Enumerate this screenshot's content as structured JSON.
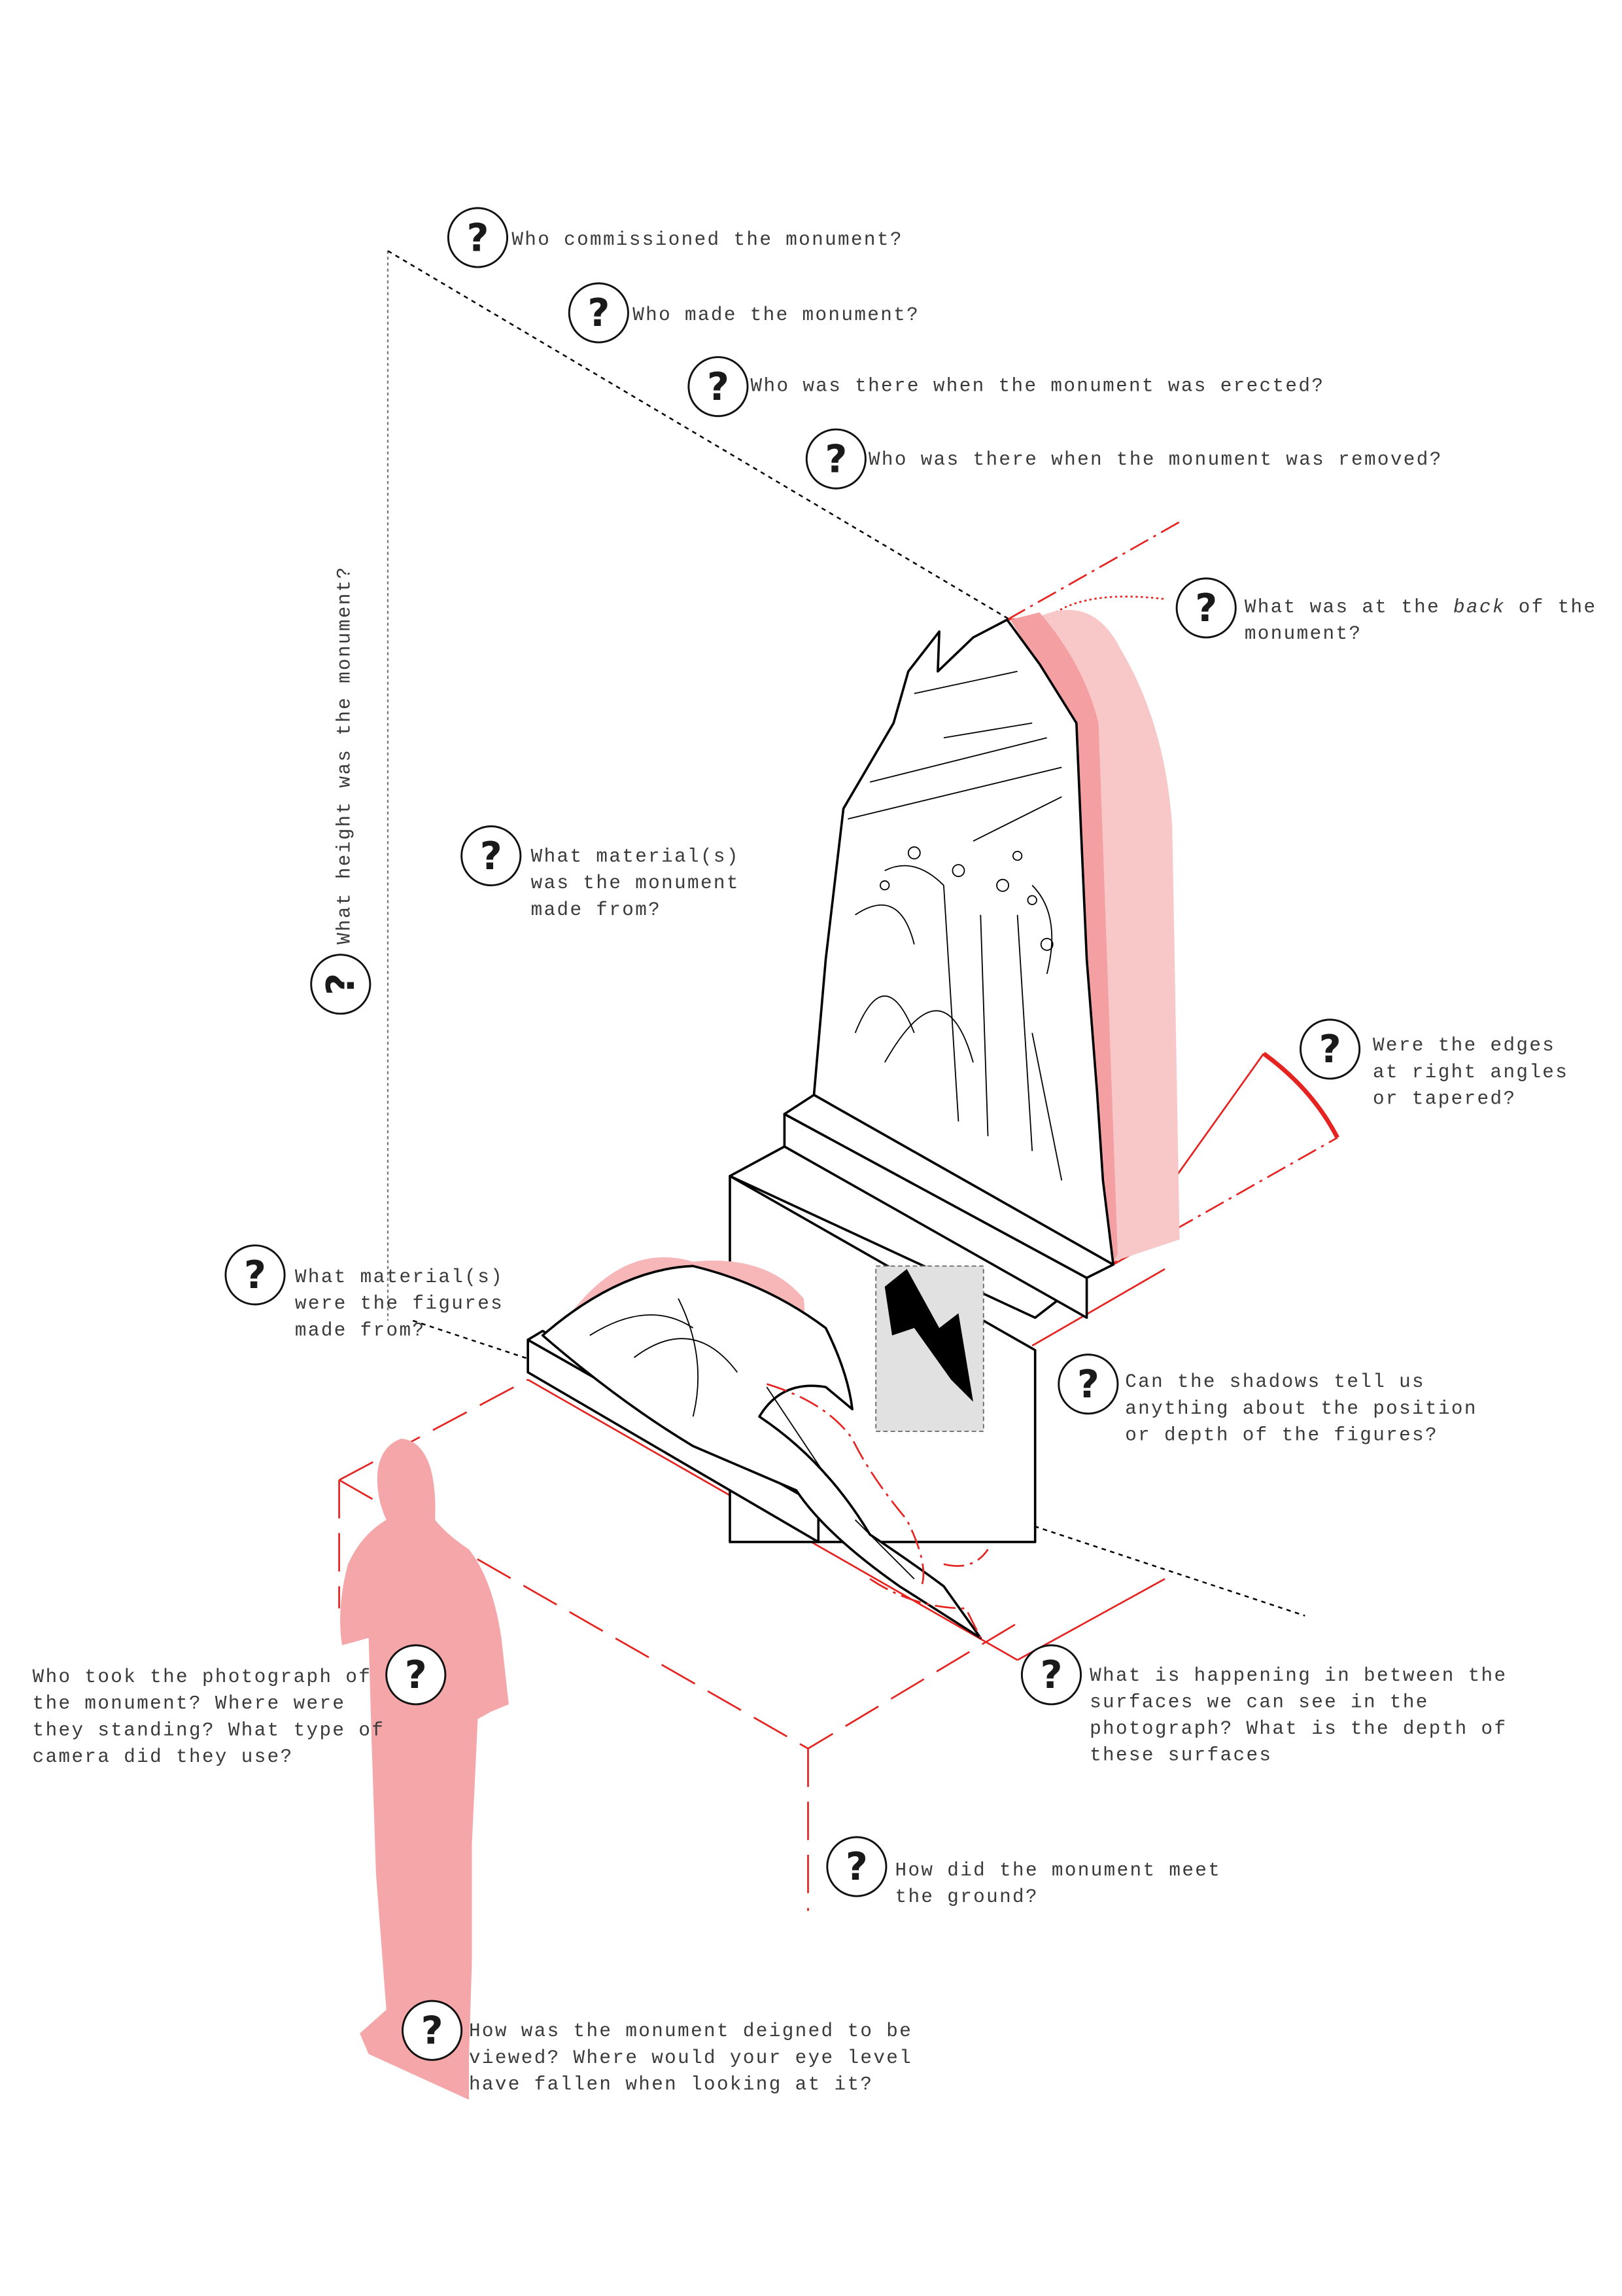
{
  "colors": {
    "accent_red": "#e52421",
    "pink": "#f4a6a8",
    "light_pink": "#f8c8c9",
    "text": "#3a3a3a"
  },
  "icons": {
    "question": "?"
  },
  "questions": {
    "commissioned": {
      "lines": [
        "Who commissioned the monument?"
      ]
    },
    "made": {
      "lines": [
        "Who made the monument?"
      ]
    },
    "erected": {
      "lines": [
        "Who was there when the monument was erected?"
      ]
    },
    "removed": {
      "lines": [
        "Who was there when the monument was removed?"
      ]
    },
    "back": {
      "line1_pre": "What was at the ",
      "line1_em": "back",
      "line1_post": " of the",
      "line2": "monument?"
    },
    "material_monument": {
      "lines": [
        "What material(s)",
        "was the monument",
        "made from?"
      ]
    },
    "height": {
      "lines": [
        "What height was the monument?"
      ]
    },
    "edges": {
      "lines": [
        "Were the edges",
        "at right angles",
        "or tapered?"
      ]
    },
    "material_figures": {
      "lines": [
        "What material(s)",
        "were the figures",
        "made from?"
      ]
    },
    "shadows": {
      "lines": [
        "Can the shadows tell us",
        "anything about the position",
        "or depth of the figures?"
      ]
    },
    "photographer": {
      "lines": [
        "Who took the photograph of",
        "the monument? Where were",
        "they standing? What type of",
        "camera did they use?"
      ]
    },
    "between": {
      "lines": [
        "What is happening in between the",
        "surfaces we can see in the",
        "photograph? What is the depth of",
        "these surfaces"
      ]
    },
    "ground": {
      "lines": [
        "How did the monument meet",
        "the ground?"
      ]
    },
    "viewed": {
      "lines": [
        "How was the monument deigned to be",
        "viewed? Where would your eye level",
        "have fallen when looking at it?"
      ]
    }
  }
}
